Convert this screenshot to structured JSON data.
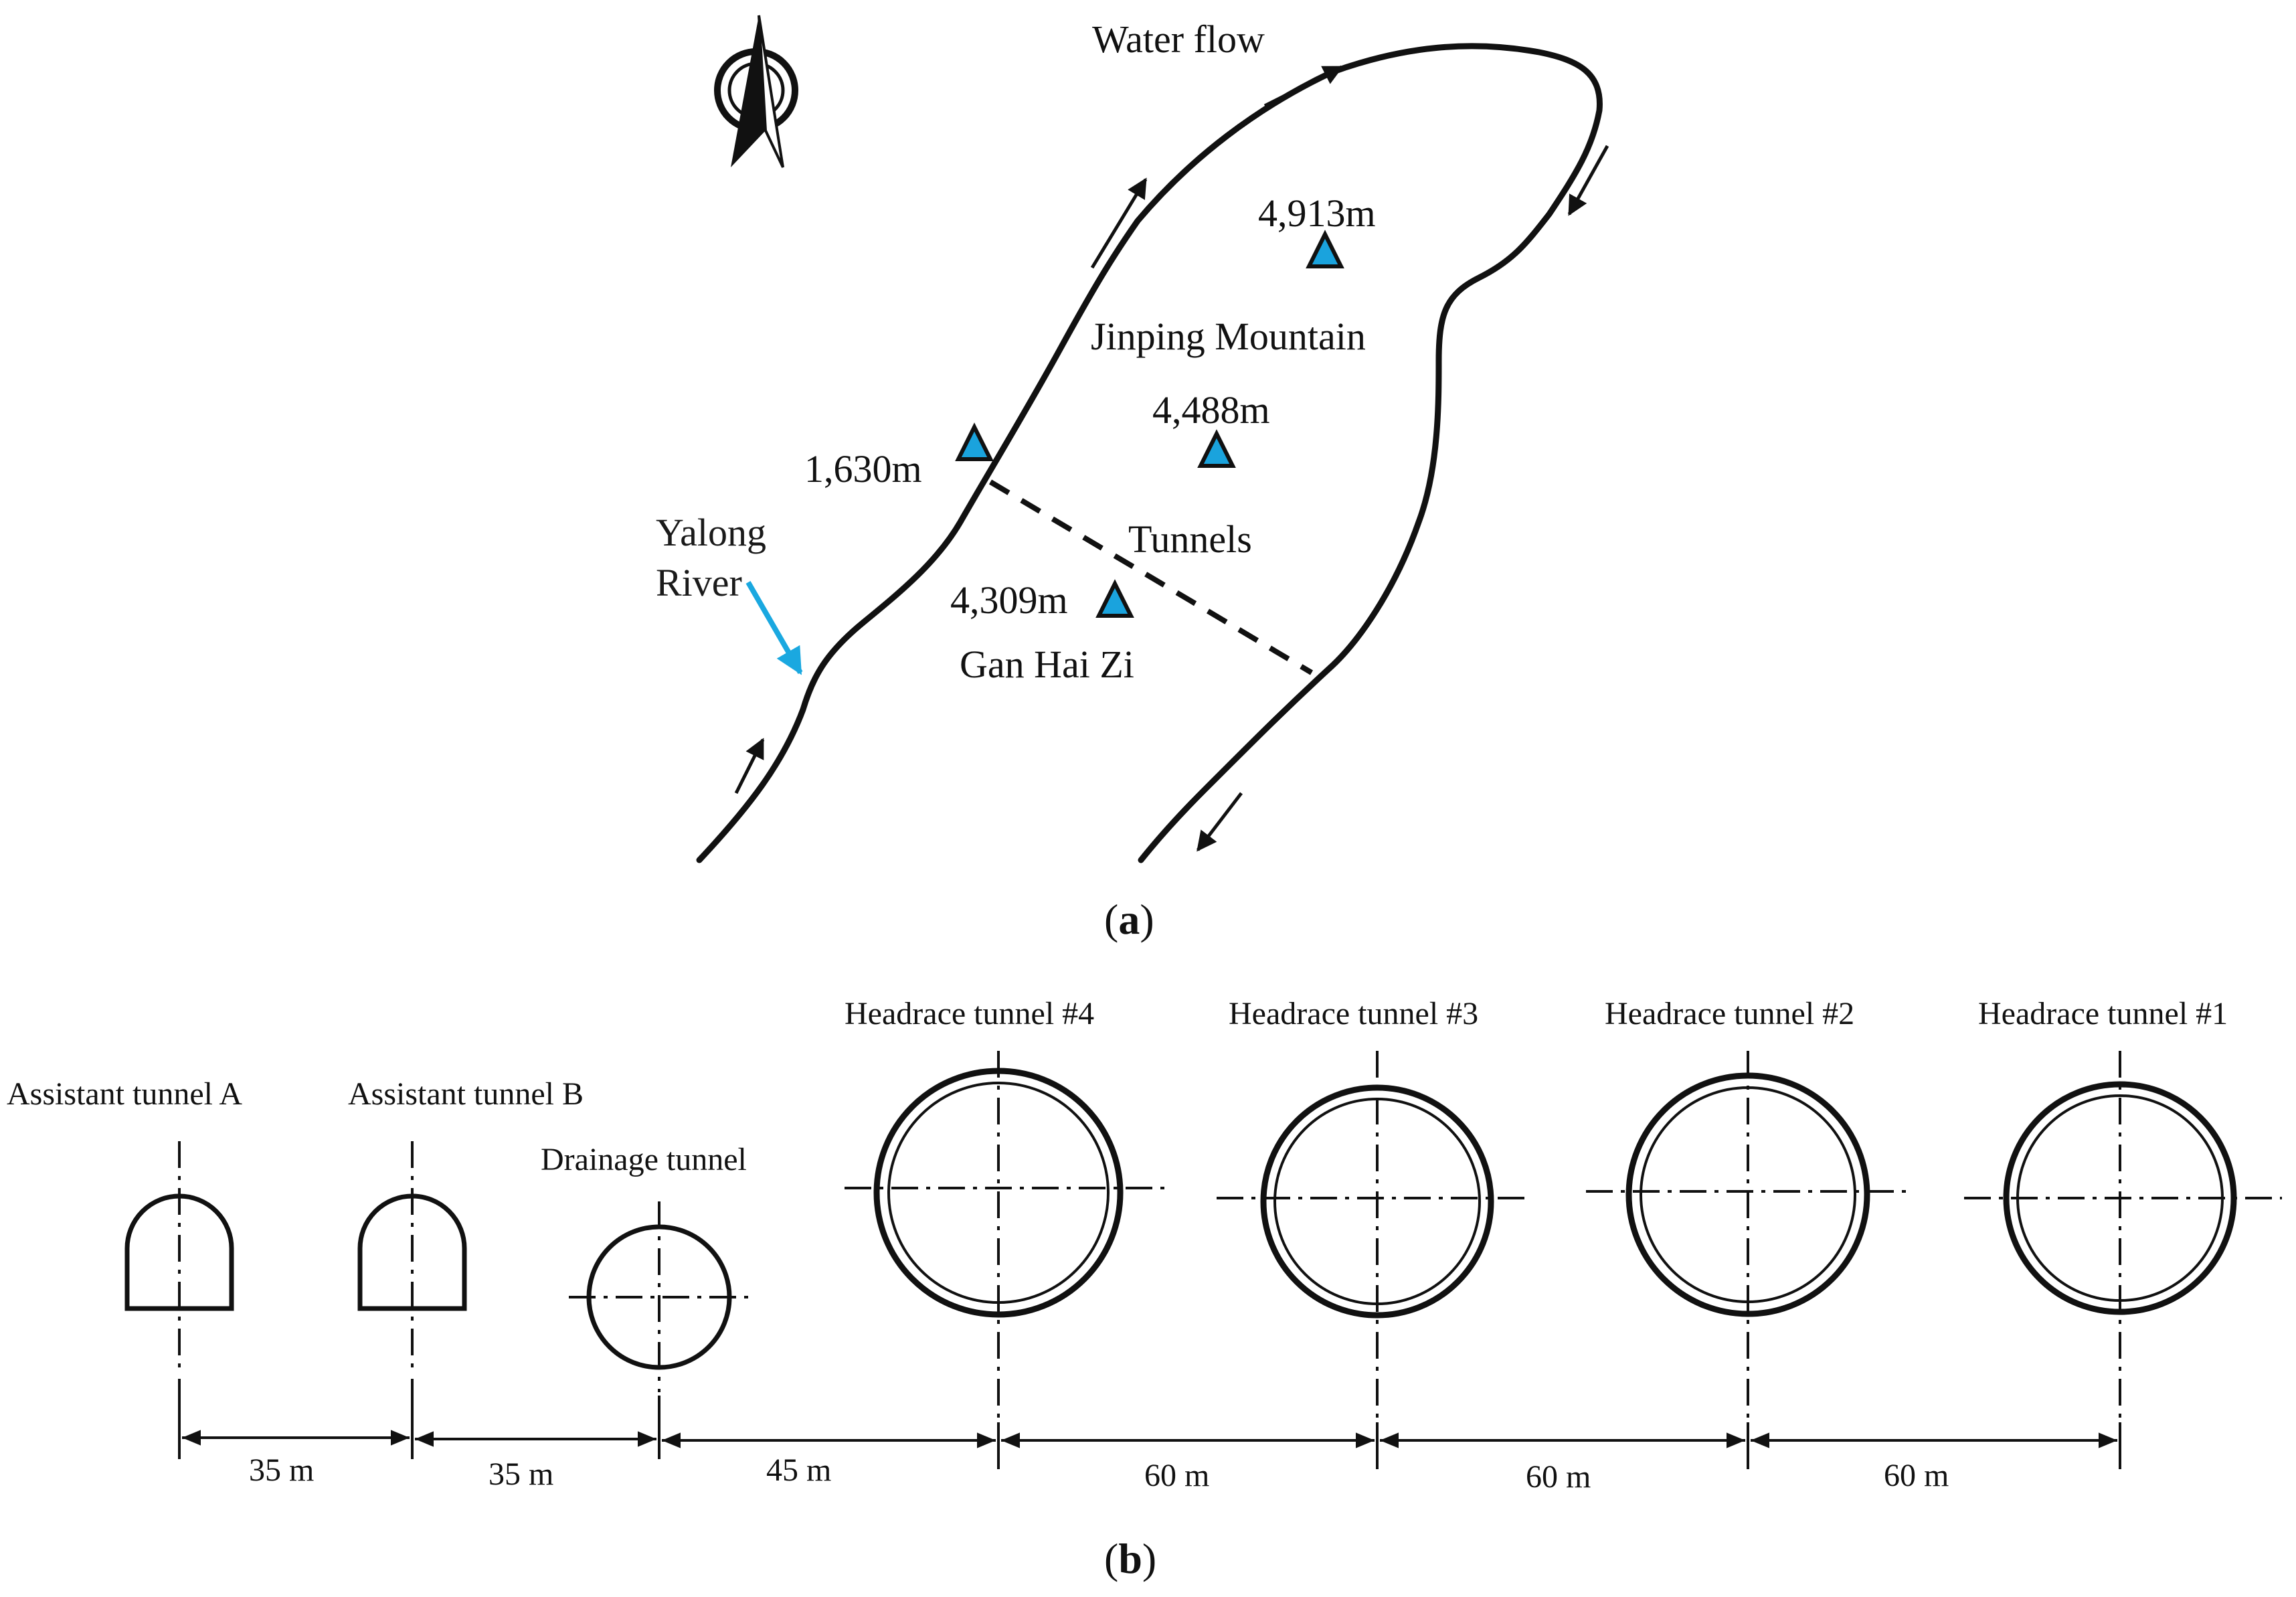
{
  "colors": {
    "peak_fill": "#1aa3dd",
    "river_pointer": "#1aa8e0",
    "ink": "#111111"
  },
  "panel_a": {
    "caption_open": "(",
    "caption_letter": "a",
    "caption_close": ")",
    "water_flow": "Water flow",
    "mountain": "Jinping Mountain",
    "tunnels": "Tunnels",
    "river_line1": "Yalong",
    "river_line2": "River",
    "gan_hai_zi": "Gan Hai Zi",
    "compass": "north-arrow-icon",
    "peaks": [
      {
        "id": "peak-4913",
        "label": "4,913m"
      },
      {
        "id": "peak-4488",
        "label": "4,488m"
      },
      {
        "id": "peak-1630",
        "label": "1,630m"
      },
      {
        "id": "peak-4309",
        "label": "4,309m"
      }
    ]
  },
  "panel_b": {
    "caption_open": "(",
    "caption_letter": "b",
    "caption_close": ")",
    "tunnels": [
      {
        "label": "Assistant tunnel A",
        "shape": "horseshoe"
      },
      {
        "label": "Assistant tunnel B",
        "shape": "horseshoe"
      },
      {
        "label": "Drainage tunnel",
        "shape": "circle"
      },
      {
        "label": "Headrace tunnel #4",
        "shape": "circle"
      },
      {
        "label": "Headrace tunnel #3",
        "shape": "circle"
      },
      {
        "label": "Headrace tunnel #2",
        "shape": "circle"
      },
      {
        "label": "Headrace tunnel #1",
        "shape": "circle"
      }
    ],
    "spacings": [
      "35 m",
      "35 m",
      "45 m",
      "60 m",
      "60 m",
      "60 m"
    ]
  }
}
